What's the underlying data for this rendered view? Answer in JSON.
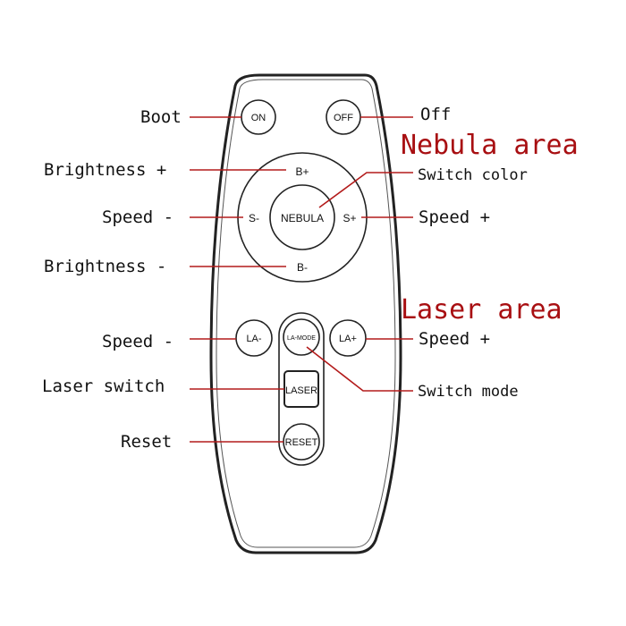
{
  "remote": {
    "buttons": {
      "on": "ON",
      "off": "OFF",
      "brightness_up": "B+",
      "brightness_down": "B-",
      "speed_down": "S-",
      "speed_up": "S+",
      "nebula": "NEBULA",
      "laser_down": "LA-",
      "laser_mode": "LA-MODE",
      "laser_up": "LA+",
      "laser": "LASER",
      "reset": "RESET"
    }
  },
  "labels": {
    "boot": "Boot",
    "off": "Off",
    "nebula_area": "Nebula area",
    "switch_color": "Switch color",
    "brightness_plus": "Brightness +",
    "speed_minus_nebula": "Speed -",
    "speed_plus_nebula": "Speed +",
    "brightness_minus": "Brightness -",
    "laser_area": "Laser area",
    "speed_minus_laser": "Speed -",
    "speed_plus_laser": "Speed +",
    "laser_switch": "Laser switch",
    "switch_mode": "Switch mode",
    "reset": "Reset"
  },
  "colors": {
    "leader_line": "#b31b1b",
    "area_title": "#a80f12",
    "outline": "#222222"
  }
}
